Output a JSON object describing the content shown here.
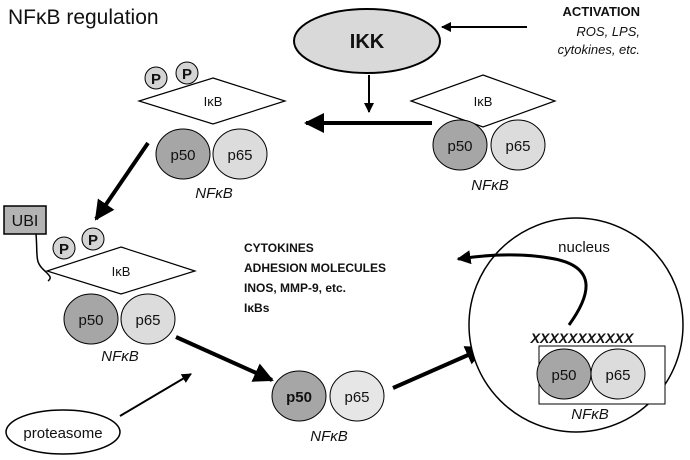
{
  "title": "NFκB regulation",
  "activation": {
    "heading": "ACTIVATION",
    "line1": "ROS, LPS,",
    "line2": "cytokines, etc."
  },
  "ikk": "IKK",
  "phospho": "P",
  "ikb": "IκB",
  "p50": "p50",
  "p65": "p65",
  "nfkb": "NFκB",
  "ubi": "UBI",
  "proteasome": "proteasome",
  "nucleus": "nucleus",
  "dna": "XXXXXXXXXXX",
  "targets": [
    "CYTOKINES",
    "ADHESION MOLECULES",
    "INOS, MMP-9, etc.",
    "IκBs"
  ],
  "colors": {
    "p50": "#a6a6a6",
    "p65": "#dcdcdc",
    "ikk": "#d9d9d9",
    "ubi": "#b3b3b3",
    "phospho": "#d4d4d4"
  }
}
